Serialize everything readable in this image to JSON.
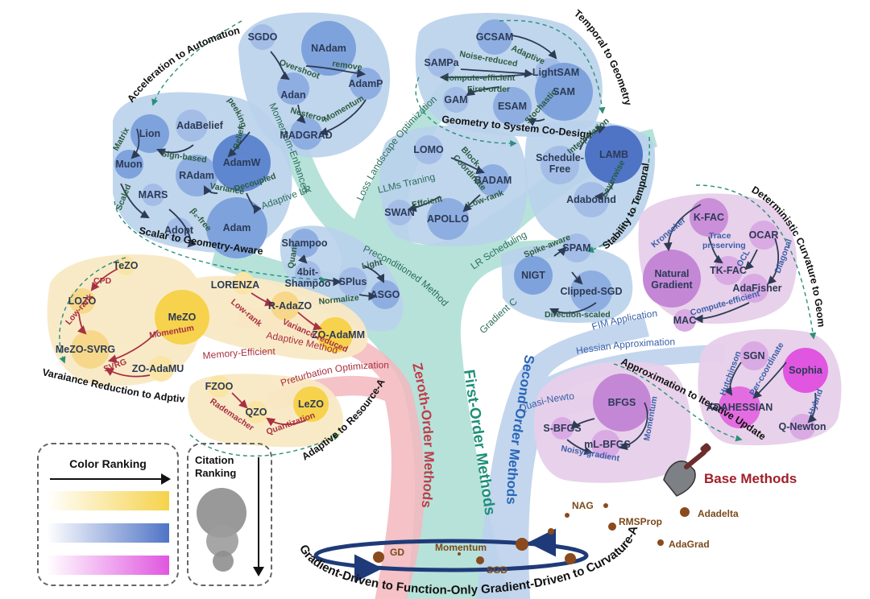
{
  "trunk_labels": {
    "first_order": "First-Order Methods",
    "zeroth_order": "Zeroth-Order Methods",
    "second_order": "Second-Order Methods"
  },
  "branch_labels": {
    "momentum_enhanced": "Momentum-Enhanced",
    "adaptive_lr": "Adaptive LR",
    "loss_landscape": "Loss Landscape Optimization",
    "llms_training": "LLMs Traning",
    "lr_scheduling": "LR Scheduling",
    "gradient_clip": "Gradient Clip",
    "preconditioned": "Preconditioned Methods",
    "memory_efficient": "Memory-Efficient",
    "adaptive_methods": "Adaptive Methods",
    "perturbation": "Preturbation Optimization",
    "fim_application": "FIM Application",
    "hessian_approx": "Hessian Approximation",
    "quasi_newton": "Quasi-Newton"
  },
  "captions": {
    "acceleration": "Acceleration to Automation",
    "temporal_geometry": "Temporal to Geometry",
    "scalar_geometry": "Scalar to Geometry-Aware",
    "geometry_system": "Geometry to System Co-Design",
    "stability_temporal": "Stability to Temporal",
    "deterministic": "Deterministic Curvature to Geometry",
    "variance_adaptive": "Varaiance Reduction to Adptive",
    "adaptive_resource": "Adaptive to Resource-Aware",
    "approximation": "Approximation to Iterative Update"
  },
  "nodes": {
    "sgdo": "SGDO",
    "nadam": "NAdam",
    "adan": "Adan",
    "adamp": "AdamP",
    "madgrad": "MADGRAD",
    "lion": "Lion",
    "adabelief": "AdaBelief",
    "muon": "Muon",
    "radam": "RAdam",
    "adamw": "AdamW",
    "mars": "MARS",
    "adam": "Adam",
    "adopt": "Adopt",
    "gcsam": "GCSAM",
    "lightsam": "LightSAM",
    "sampa": "SAMPa",
    "sam": "SAM",
    "gam": "GAM",
    "esam": "ESAM",
    "lomo": "LOMO",
    "badam": "BADAM",
    "swan": "SWAN",
    "apollo": "APOLLO",
    "schedule_free_1": "Schedule-",
    "schedule_free_2": "Free",
    "lamb": "LAMB",
    "adabound": "Adabound",
    "spam": "SPAM",
    "nigt": "NIGT",
    "clipped_sgd": "Clipped-SGD",
    "shampoo": "Shampoo",
    "shampoo4_1": "4bit-",
    "shampoo4_2": "Shampoo",
    "splus": "SPlus",
    "asgo": "ASGO",
    "tezo": "TeZO",
    "lozo": "LOZO",
    "lorenza": "LORENZA",
    "mezo": "MeZO",
    "r_adazo": "R-AdaZO",
    "zo_adamm": "ZO-AdaMM",
    "mezo_svrg": "MeZO-SVRG",
    "zo_adamu": "ZO-AdaMU",
    "fzoo": "FZOO",
    "qzo": "QZO",
    "lezo": "LeZO",
    "kfac": "K-FAC",
    "ocar": "OCAR",
    "natural_1": "Natural",
    "natural_2": "Gradient",
    "tkfac": "TK-FAC",
    "adafisher": "AdaFisher",
    "mac": "MAC",
    "sgn": "SGN",
    "sophia": "Sophia",
    "adahessian": "ADAHESSIAN",
    "qnewton": "Q-Newton",
    "bfgs": "BFGS",
    "sbfgs": "S-BFGS",
    "mlbfgs": "mL-BFGS"
  },
  "edge_labels": {
    "overshoot": "Overshoot",
    "remove": "remove",
    "nesterov": "Nesterov",
    "momentum": "Momentum",
    "matrix": "Matrix",
    "sign_based": "Sign-based",
    "belief": "Belief",
    "peeking": "peeking",
    "variance": "Variance",
    "decoupled": "Decoupled",
    "scaled": "Scaled",
    "beta2_free": "β₂-free",
    "noise_reduced": "Noise-reduced",
    "adaptive": "Adaptive",
    "compute_efficient": "Compute-efficient",
    "first_order": "First-order",
    "stochastic": "Stochastic",
    "block_coordinate_1": "Block-",
    "block_coordinate_2": "Coordinate",
    "efficient": "Effcient",
    "low_rank": "Low-rank",
    "interpolation": "Interpolation",
    "layerwise": "Layerwise",
    "spike_aware": "Spike-aware",
    "direction_scaled": "Direction-scaled",
    "quant": "Quant",
    "light": "Light",
    "normalize": "Normalize",
    "cpd": "CPD",
    "low_rank_zo": "Low-rank",
    "svrg": "SVRG",
    "momentum_zo": "Momentum",
    "low_rank_r": "Low-rank",
    "variance_reduced": "Variance-reduced",
    "rademacher": "Rademacher",
    "quantization": "Quantization",
    "kronecker": "Kronecker",
    "trace_1": "Trace",
    "trace_2": "preserving",
    "ocl": "OCL",
    "diagonal": "Diagonal",
    "compute_efficient_2": "Compute-efficient",
    "hutchinson": "Hutchinson",
    "per_coordinate": "Per-coordinate",
    "hybrid": "Hybrid",
    "momentum_bfgs": "Momentum",
    "noisy_gradient": "Noisy-gradient"
  },
  "base_methods": {
    "title": "Base Methods",
    "items": [
      "NAG",
      "RMSProp",
      "Adadelta",
      "AdaGrad",
      "Momentum",
      "GD",
      "SGD"
    ]
  },
  "root_arc_text": "Gradient-Driven to Function-Only Gradient-Driven to Curvature-Aware",
  "legend": {
    "color_title": "Color Ranking",
    "citation_title_1": "Citation",
    "citation_title_2": "Ranking",
    "gradients": [
      {
        "from": "#ffffff",
        "to": "#f6d24a"
      },
      {
        "from": "#ffffff",
        "to": "#4f74c6"
      },
      {
        "from": "#ffffff",
        "to": "#e056e0"
      }
    ]
  },
  "colors": {
    "trunk": "#a9ddd4",
    "blue_region": "#b9d1eb",
    "blue_node": "#7ea2dc",
    "yellow_region": "#f9e9c4",
    "yellow_node": "#f7d24c",
    "pink_region": "#f1c9df",
    "purple_region": "#e7cfe9",
    "purple_node": "#cb8fd9",
    "zeroth_branch": "#f3b7bd",
    "second_branch": "#bcd1ec",
    "text_blue": "#2a66b8",
    "text_green": "#1f7a60",
    "text_red": "#c23b48",
    "text_darkred": "#8b1b1b",
    "text_brown": "#7a4a1a"
  }
}
